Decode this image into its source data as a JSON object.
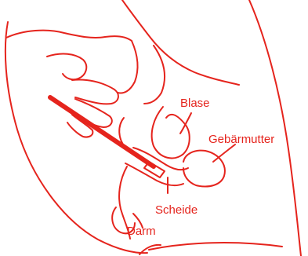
{
  "colors": {
    "line": "#e5241d",
    "background": "#ffffff"
  },
  "labels": {
    "bladder": "Blase",
    "uterus": "Gebärmutter",
    "vagina": "Scheide",
    "bowel": "Darm"
  }
}
